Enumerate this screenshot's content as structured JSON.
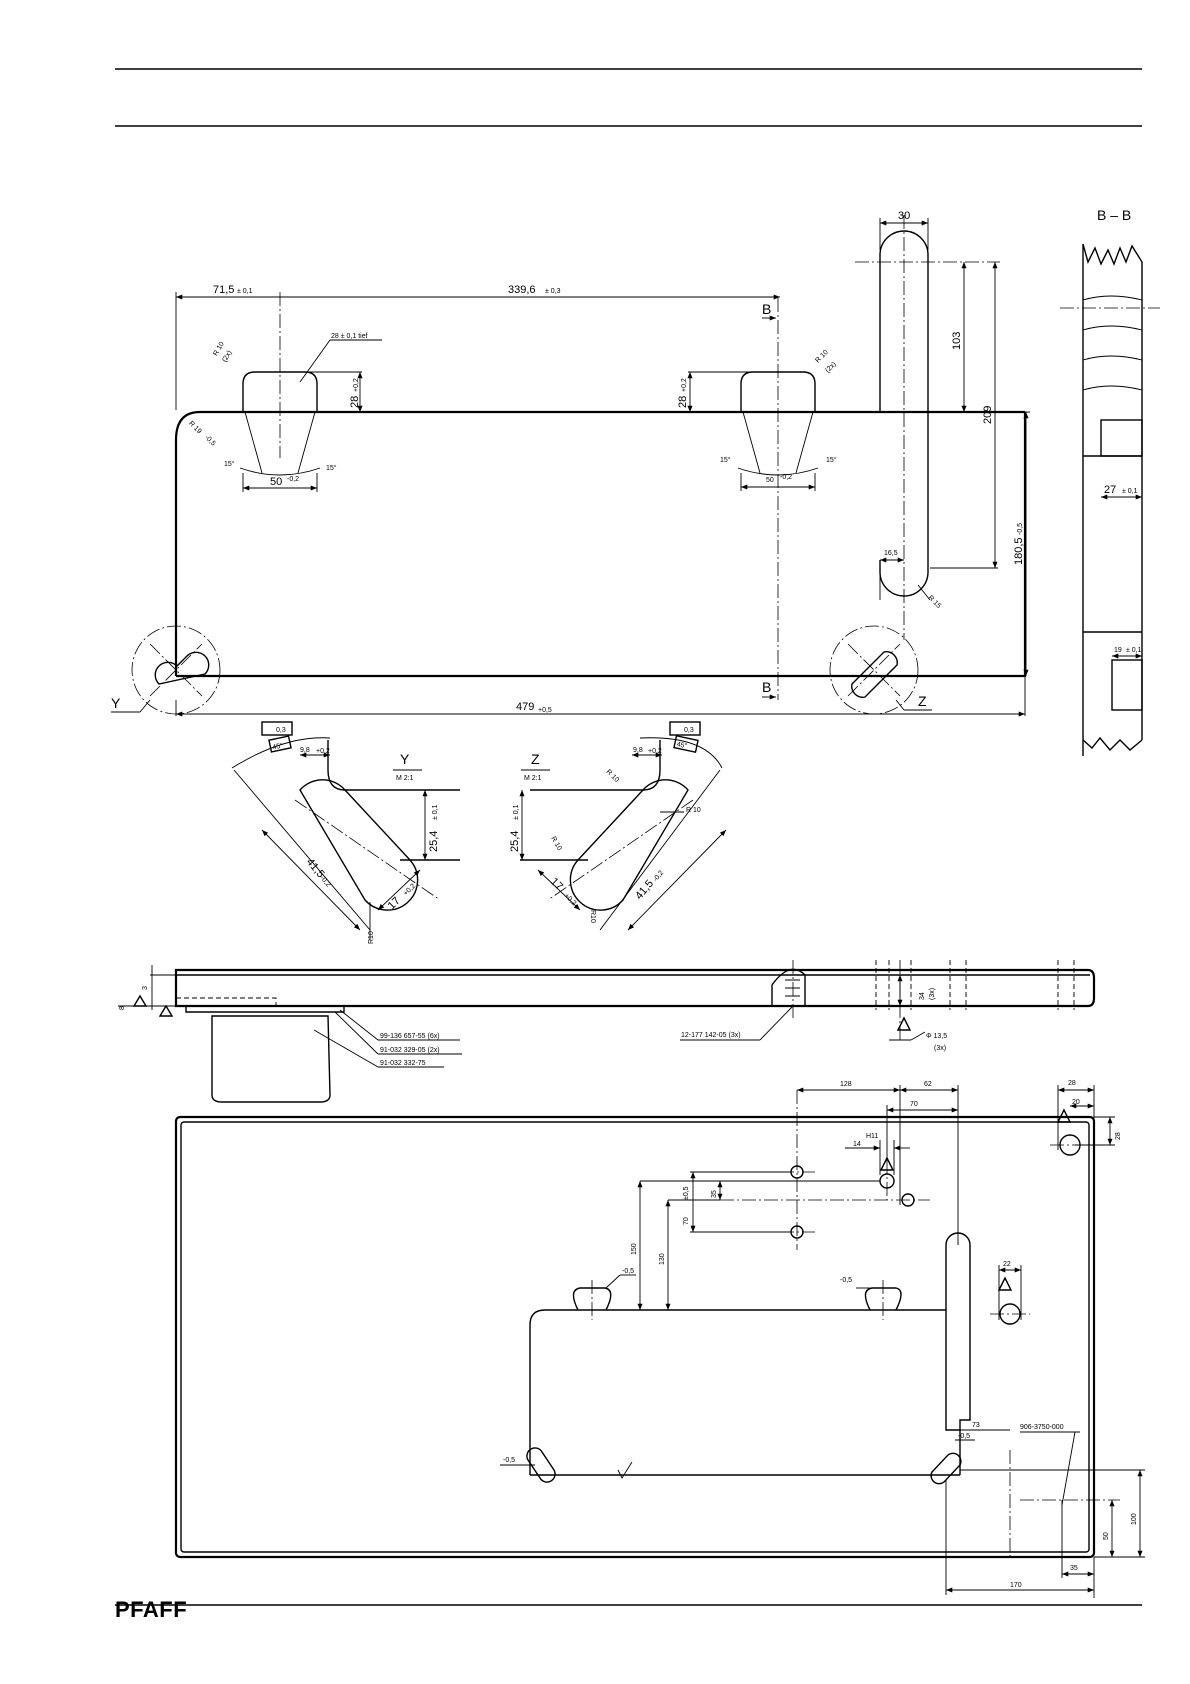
{
  "brand": "PFAFF",
  "top_view": {
    "dim_71_5": "71,5",
    "tol_71_5": "± 0,1",
    "dim_339_6": "339,6",
    "tol_339_6": "± 0,3",
    "pocket_depth": "28 ±  0,1 tief",
    "r10_left": "R 10",
    "r10_left_count": "(2x)",
    "r10_right": "R 10",
    "r10_right_count": "(2x)",
    "r19": "R 19",
    "r19_tol": "-0,5",
    "dim_28_left": "28",
    "dim_28_left_tol": "+0,2",
    "dim_28_right": "28",
    "dim_28_right_tol": "+0,2",
    "angle_15_a": "15°",
    "angle_15_b": "15°",
    "angle_15_c": "15°",
    "angle_15_d": "15°",
    "dim_50_left": "50",
    "dim_50_left_tol": "-0,2",
    "dim_50_right": "50",
    "dim_50_right_tol": "-0,2",
    "section_b_top": "B",
    "section_b_bottom": "B",
    "dim_30": "30",
    "dim_103": "103",
    "dim_209": "209",
    "dim_180_5": "180,5",
    "dim_180_5_tol": "-0,5",
    "dim_16_5": "16,5",
    "r15": "R 15",
    "dim_479": "479",
    "dim_479_tol": "+0,5",
    "label_y": "Y",
    "label_z": "Z"
  },
  "section_bb": {
    "title": "B – B",
    "dim_27": "27",
    "dim_27_tol": "± 0,1",
    "dim_19": "19",
    "dim_19_tol": "± 0,1"
  },
  "detail_y": {
    "title": "Y",
    "scale": "M 2:1",
    "flatness": "0,3",
    "angle": "45°",
    "dim_9_8": "9,8",
    "dim_9_8_tol": "+0,2",
    "dim_25_4": "25,4",
    "dim_25_4_tol": "± 0,1",
    "dim_41_5": "41,5",
    "dim_41_5_tol": "-0,2",
    "dim_17": "17",
    "dim_17_tol": "+0,2",
    "r10": "R10"
  },
  "detail_z": {
    "title": "Z",
    "scale": "M 2:1",
    "flatness": "0,3",
    "angle": "45°",
    "dim_9_8": "9,8",
    "dim_9_8_tol": "+0,2",
    "r10_a": "R 10",
    "r10_b": "R 10",
    "r10_c": "R 10",
    "r10_d": "R10",
    "dim_25_4": "25,4",
    "dim_25_4_tol": "± 0,1",
    "dim_41_5": "41,5",
    "dim_41_5_tol": "-0,2",
    "dim_17": "17",
    "dim_17_tol": "+0,2"
  },
  "side_view": {
    "dim_3": "3",
    "dim_8": "8",
    "part_1": "99-136 657-55 (6x)",
    "part_2": "91-032 329-05 (2x)",
    "part_3": "91-032 332-75",
    "part_4": "12-177 142-05 (3x)",
    "dim_34": "34",
    "dim_34_count": "(3x)",
    "dia": "Φ 13,5",
    "dia_count": "(3x)"
  },
  "table_top": {
    "dim_128": "128",
    "dim_62": "62",
    "dim_70_top": "70",
    "dim_28_a": "28",
    "dim_20": "20",
    "dim_28_b": "28",
    "dim_14": "14",
    "dim_14_tol": "H11",
    "dim_35": "35",
    "dim_70_side": "70",
    "dim_70_side_tol": "±0,5",
    "dim_150": "150",
    "dim_130": "130",
    "tol_a": "-0,5",
    "tol_b": "-0,5",
    "tol_c": "-0,5",
    "tol_d": "-0,5",
    "dim_22": "22",
    "dim_73": "73",
    "part_no": "906-3750-000",
    "dim_100": "100",
    "dim_50": "50",
    "dim_170": "170"
  }
}
